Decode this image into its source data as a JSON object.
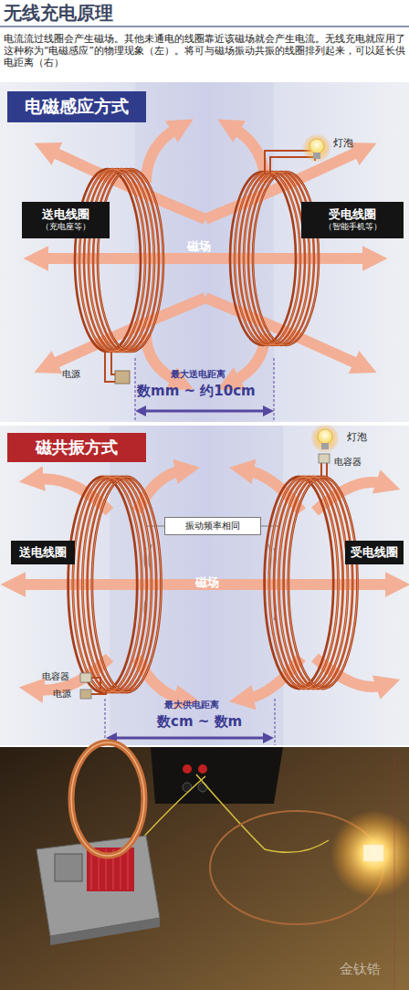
{
  "diagram": {
    "title": "无线充电原理",
    "nodes": [
      {
        "text": [
          "电磁感应方式"
        ]
      },
      {
        "text": [
          "送电线圈",
          "（充电座等）"
        ]
      },
      {
        "text": [
          "受电线圈",
          "（智能手机等）"
        ]
      },
      {
        "text": [
          "磁共振方式"
        ]
      },
      {
        "text": [
          "振动频率相同"
        ]
      },
      {
        "text": [
          "送电线圈"
        ]
      },
      {
        "text": [
          "受电线圈"
        ]
      }
    ],
    "labels": [
      "电流流过线圈会产生磁场。其他未通电的线圈靠近该磁场就会产生电流。无线充电就应用了这种称为“电磁感应”的物理现象（左）。将可与磁场振动共振的线圈排列起来，可以延长供电距离（右）",
      "灯泡",
      "磁场",
      "电源",
      "最大送电距离",
      "数mm ~ 约10cm",
      "灯泡",
      "电容器",
      "磁场",
      "电容器",
      "电源",
      "最大供电距离",
      "数cm ~ 数m",
      "金钛锆"
    ]
  }
}
